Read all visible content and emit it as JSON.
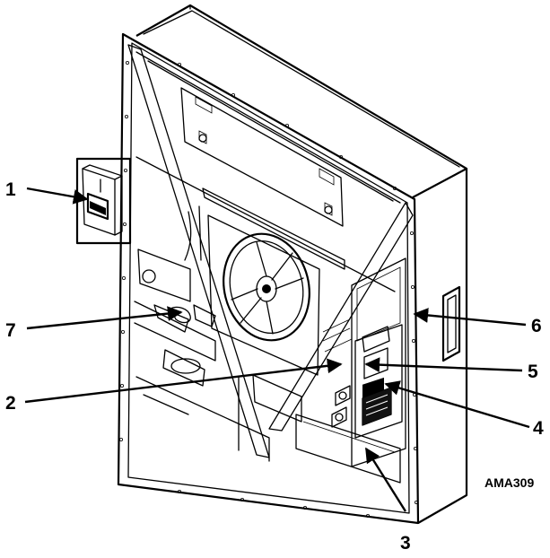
{
  "figure": {
    "id_label": "AMA309",
    "callouts": [
      {
        "key": "c1",
        "label": "1"
      },
      {
        "key": "c2",
        "label": "2"
      },
      {
        "key": "c3",
        "label": "3"
      },
      {
        "key": "c4",
        "label": "4"
      },
      {
        "key": "c5",
        "label": "5"
      },
      {
        "key": "c6",
        "label": "6"
      },
      {
        "key": "c7",
        "label": "7"
      }
    ]
  }
}
